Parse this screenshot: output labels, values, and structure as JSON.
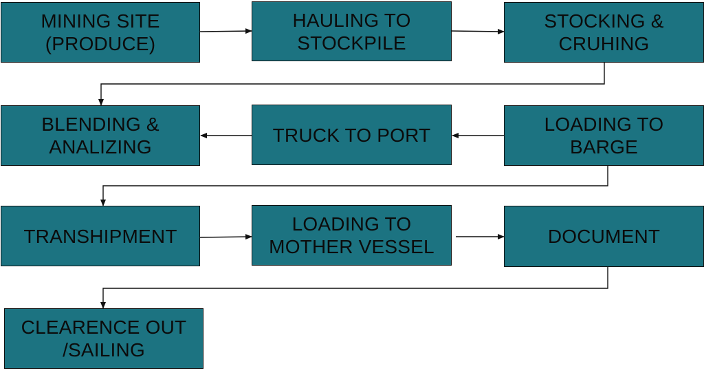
{
  "colors": {
    "box_fill": "#1c7381",
    "border": "#101010",
    "text": "#0b0b0b",
    "arrow": "#111111"
  },
  "steps": [
    {
      "label": "MINING SITE\n(PRODUCE)"
    },
    {
      "label": "HAULING TO\nSTOCKPILE"
    },
    {
      "label": "STOCKING &\nCRUHING"
    },
    {
      "label": "BLENDING &\nANALIZING"
    },
    {
      "label": "TRUCK TO PORT"
    },
    {
      "label": "LOADING TO\nBARGE"
    },
    {
      "label": "TRANSHIPMENT"
    },
    {
      "label": "LOADING TO\nMOTHER VESSEL"
    },
    {
      "label": "DOCUMENT"
    },
    {
      "label": "CLEARENCE OUT\n/SAILING"
    }
  ]
}
